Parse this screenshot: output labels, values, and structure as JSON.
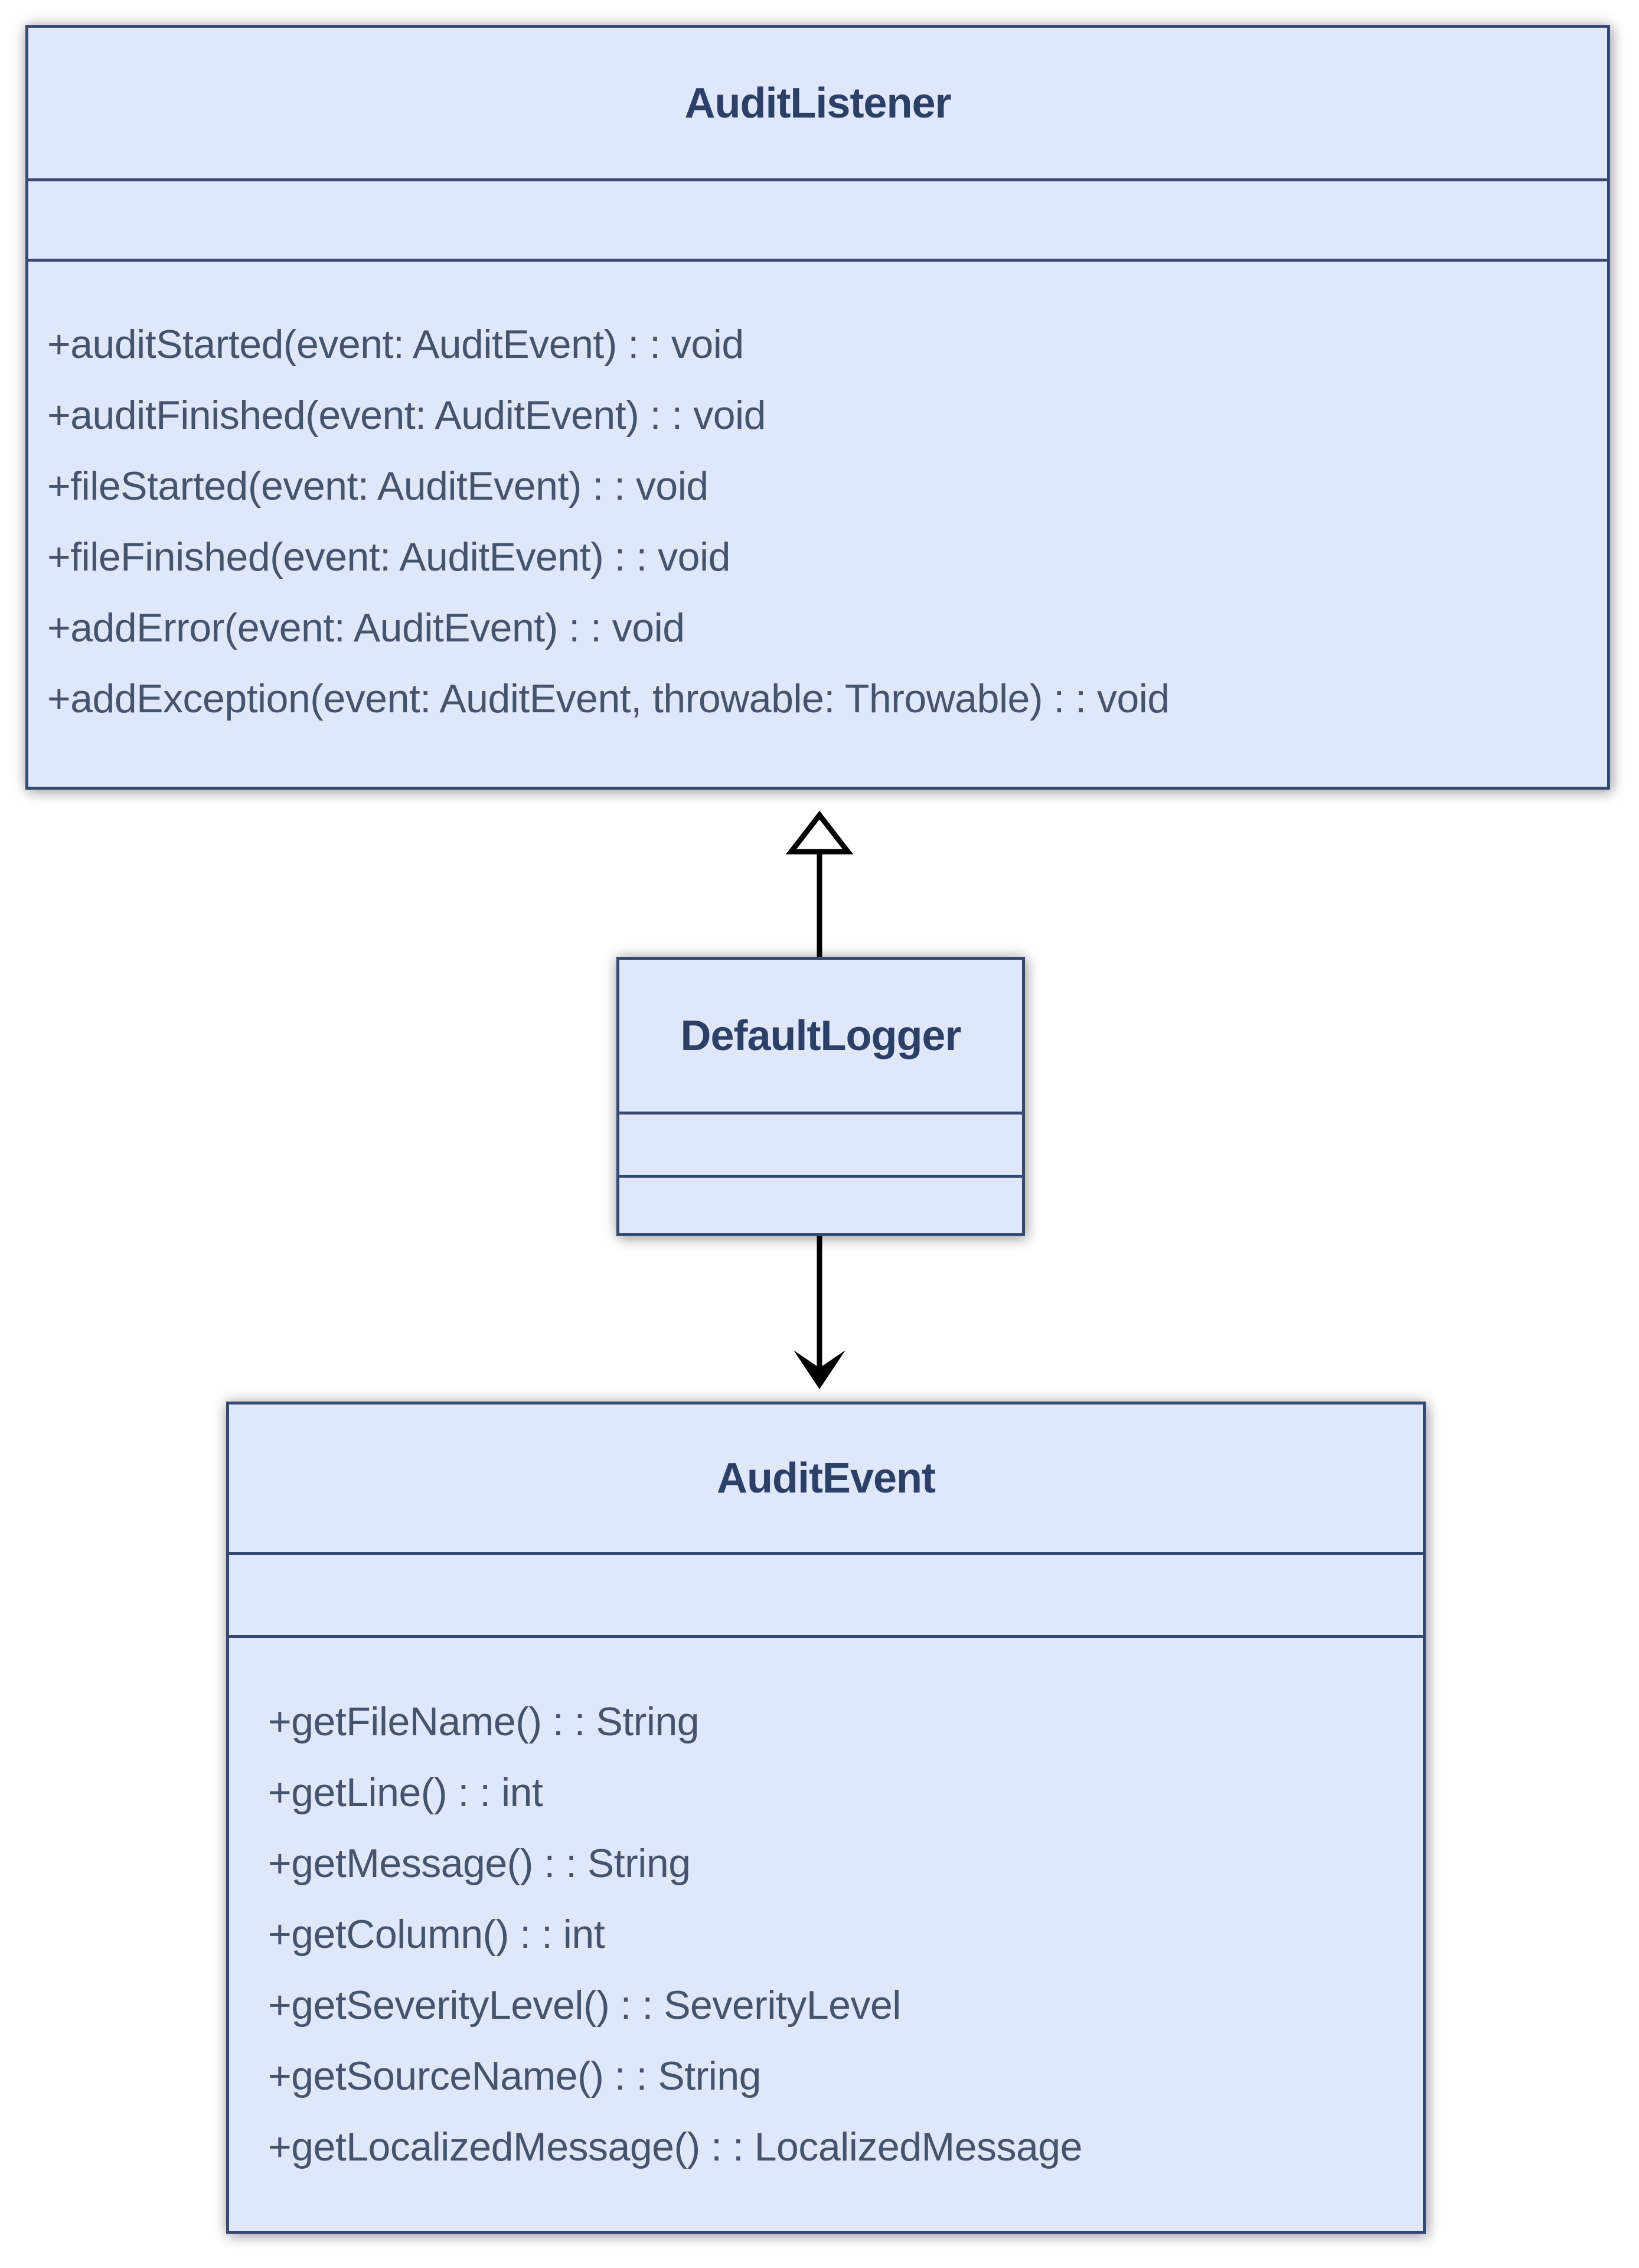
{
  "diagram": {
    "type": "uml-class-diagram",
    "background_color": "#ffffff",
    "colors": {
      "box_fill": "#dfe7fa",
      "box_border": "#344a72",
      "title_text": "#2c3f66",
      "method_text": "#44536e",
      "arrow": "#000000"
    },
    "classes": [
      {
        "id": "audit-listener",
        "name": "AuditListener",
        "attributes": [],
        "methods": [
          "+auditStarted(event: AuditEvent) : : void",
          "+auditFinished(event: AuditEvent) : : void",
          "+fileStarted(event: AuditEvent) : : void",
          "+fileFinished(event: AuditEvent) : : void",
          "+addError(event: AuditEvent) : : void",
          "+addException(event: AuditEvent, throwable: Throwable) : : void"
        ]
      },
      {
        "id": "default-logger",
        "name": "DefaultLogger",
        "attributes": [],
        "methods": []
      },
      {
        "id": "audit-event",
        "name": "AuditEvent",
        "attributes": [],
        "methods": [
          "+getFileName() : : String",
          "+getLine() : : int",
          "+getMessage() : : String",
          "+getColumn() : : int",
          "+getSeverityLevel() : : SeverityLevel",
          "+getSourceName() : : String",
          "+getLocalizedMessage() : : LocalizedMessage"
        ]
      }
    ],
    "relationships": [
      {
        "from": "DefaultLogger",
        "to": "AuditListener",
        "type": "realization",
        "arrowhead": "hollow-triangle",
        "direction": "up"
      },
      {
        "from": "DefaultLogger",
        "to": "AuditEvent",
        "type": "directed-association",
        "arrowhead": "stealth",
        "direction": "down"
      }
    ]
  }
}
